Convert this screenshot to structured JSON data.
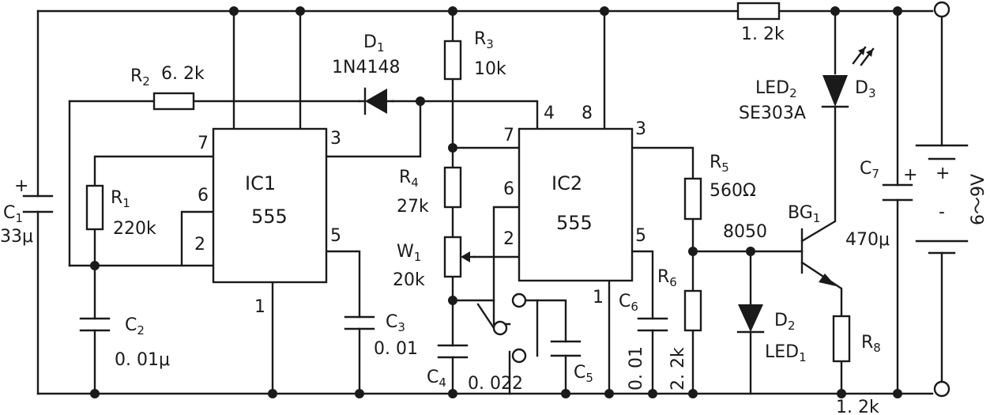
{
  "ic1": {
    "name": "IC1",
    "type": "555",
    "pins": {
      "p7": "7",
      "p6": "6",
      "p2": "2",
      "p3": "3",
      "p5": "5",
      "p1": "1"
    }
  },
  "ic2": {
    "name": "IC2",
    "type": "555",
    "pins": {
      "p7": "7",
      "p4": "4",
      "p8": "8",
      "p6": "6",
      "p2": "2",
      "p3": "3",
      "p5": "5",
      "p1": "1"
    }
  },
  "r1": {
    "ref": "R",
    "sub": "1",
    "value": "220k"
  },
  "r2": {
    "ref": "R",
    "sub": "2",
    "value": "6. 2k"
  },
  "r3": {
    "ref": "R",
    "sub": "3",
    "value": "10k"
  },
  "r4": {
    "ref": "R",
    "sub": "4",
    "value": "27k"
  },
  "r5": {
    "ref": "R",
    "sub": "5",
    "value": "560Ω"
  },
  "r6": {
    "ref": "R",
    "sub": "6",
    "value": "2. 2k"
  },
  "r7": {
    "value": "1. 2k"
  },
  "r8": {
    "ref": "R",
    "sub": "8",
    "value": "1. 2k"
  },
  "w1": {
    "ref": "W",
    "sub": "1",
    "value": "20k"
  },
  "c1": {
    "ref": "C",
    "sub": "1",
    "value": "33μ",
    "plus": "+"
  },
  "c2": {
    "ref": "C",
    "sub": "2",
    "value": "0. 01μ"
  },
  "c3": {
    "ref": "C",
    "sub": "3",
    "value": "0. 01"
  },
  "c4": {
    "ref": "C",
    "sub": "4",
    "value": "0. 022"
  },
  "c5": {
    "ref": "C",
    "sub": "5"
  },
  "c6": {
    "ref": "C",
    "sub": "6",
    "value": "0. 01"
  },
  "c7": {
    "ref": "C",
    "sub": "7",
    "value": "470μ",
    "plus": "+"
  },
  "d1": {
    "ref": "D",
    "sub": "1",
    "part": "1N4148"
  },
  "d2": {
    "ref": "D",
    "sub": "2",
    "alias": "LED",
    "alias_sub": "1"
  },
  "d3": {
    "ref": "D",
    "sub": "3",
    "alias": "LED",
    "alias_sub": "2",
    "part": "SE303A"
  },
  "bg1": {
    "ref": "BG",
    "sub": "1",
    "part": "8050"
  },
  "supply": {
    "label": "6～9V",
    "plus": "+",
    "minus": "-"
  }
}
